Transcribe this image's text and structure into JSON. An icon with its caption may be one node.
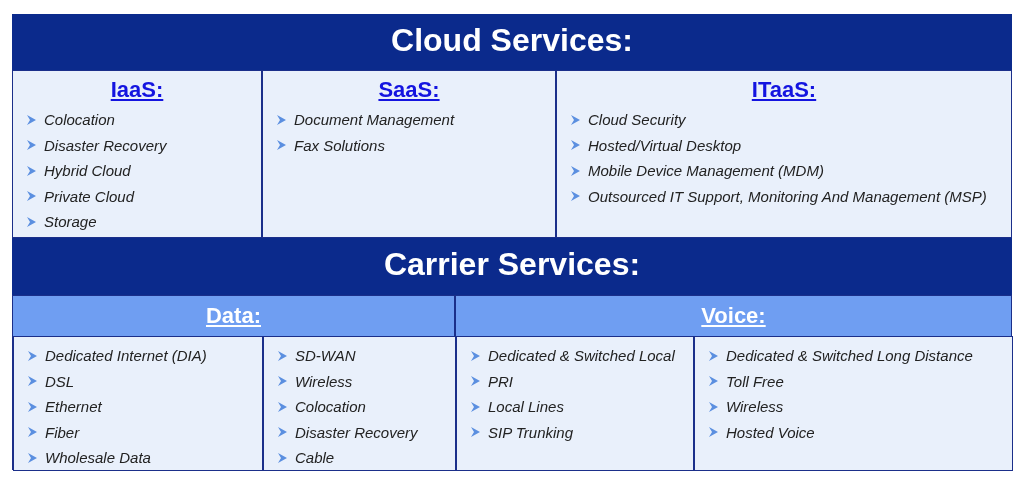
{
  "diagram": {
    "nodes": [
      {
        "text": [
          "Cloud Services:"
        ]
      },
      {
        "text": [
          "IaaS:",
          "Colocation",
          "Disaster Recovery",
          "Hybrid Cloud",
          "Private Cloud",
          "Storage"
        ],
        "in": 0
      },
      {
        "text": [
          "SaaS:",
          "Document Management",
          "Fax Solutions"
        ],
        "in": 0
      },
      {
        "text": [
          "ITaaS:",
          "Cloud Security",
          "Hosted/Virtual Desktop",
          "Mobile Device Management (MDM)",
          "Outsourced IT Support, Monitoring And Management (MSP)"
        ],
        "in": 0
      },
      {
        "text": [
          "Carrier Services:"
        ]
      },
      {
        "text": [
          "Data:"
        ],
        "in": 4
      },
      {
        "text": [
          "Dedicated Internet (DIA)",
          "DSL",
          "Ethernet",
          "Fiber",
          "Wholesale Data"
        ],
        "in": 5
      },
      {
        "text": [
          "SD-WAN",
          "Wireless",
          "Colocation",
          "Disaster Recovery",
          "Cable"
        ],
        "in": 5
      },
      {
        "text": [
          "Voice:"
        ],
        "in": 4
      },
      {
        "text": [
          "Dedicated & Switched Local",
          "PRI",
          "Local Lines",
          "SIP Trunking"
        ],
        "in": 8
      },
      {
        "text": [
          "Dedicated & Switched Long Distance",
          "Toll Free",
          "Wireless",
          "Hosted Voice"
        ],
        "in": 8
      }
    ]
  }
}
